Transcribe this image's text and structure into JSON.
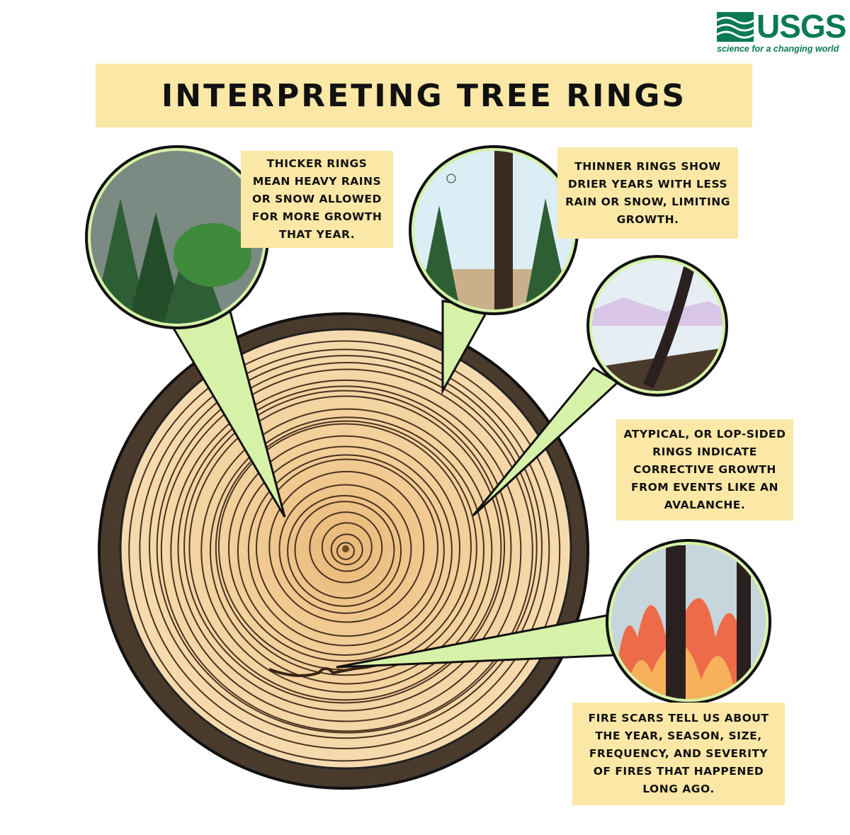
{
  "logo": {
    "name": "USGS",
    "tagline": "science for a changing world",
    "color": "#0a7a55"
  },
  "title": "Interpreting Tree Rings",
  "callouts": [
    {
      "id": "thicker",
      "text": "Thicker rings mean heavy rains or snow allowed for more growth that year.",
      "scene": "rain-forest"
    },
    {
      "id": "thinner",
      "text": "Thinner rings show drier years with less rain or snow, limiting growth.",
      "scene": "dry-forest"
    },
    {
      "id": "atypical",
      "text": "Atypical, or lop-sided rings indicate corrective growth from events like an avalanche.",
      "scene": "avalanche"
    },
    {
      "id": "fire",
      "text": "Fire scars tell us about the year, season, size, frequency, and severity of fires that happened long ago.",
      "scene": "forest-fire"
    }
  ],
  "colors": {
    "caption_bg": "#fbe8a6",
    "wedge": "#d6f2a8",
    "wood": "#f2cf98",
    "bark": "#4a3a2c"
  }
}
